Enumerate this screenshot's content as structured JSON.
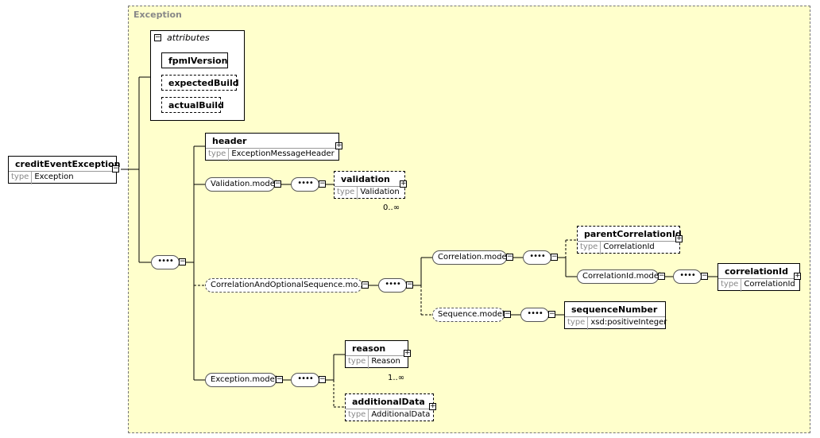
{
  "frame": {
    "title": "Exception"
  },
  "root": {
    "name": "creditEventException",
    "type_key": "type",
    "type": "Exception"
  },
  "attributes": {
    "label": "attributes",
    "items": [
      "fpmlVersion",
      "expectedBuild",
      "actualBuild"
    ]
  },
  "sequence_glyph": "••••",
  "header": {
    "name": "header",
    "type_key": "type",
    "type": "ExceptionMessageHeader"
  },
  "validation_model": {
    "name": "Validation.model"
  },
  "validation": {
    "name": "validation",
    "type_key": "type",
    "type": "Validation",
    "card": "0..∞"
  },
  "corr_seq": {
    "name": "CorrelationAndOptionalSequence.mo..."
  },
  "correlation_model": {
    "name": "Correlation.model"
  },
  "parent_corr": {
    "name": "parentCorrelationId",
    "type_key": "type",
    "type": "CorrelationId"
  },
  "corrid_model": {
    "name": "CorrelationId.model"
  },
  "corr_id": {
    "name": "correlationId",
    "type_key": "type",
    "type": "CorrelationId"
  },
  "sequence_model": {
    "name": "Sequence.model"
  },
  "seq_num": {
    "name": "sequenceNumber",
    "type_key": "type",
    "type": "xsd:positiveInteger"
  },
  "exception_model": {
    "name": "Exception.model"
  },
  "reason": {
    "name": "reason",
    "type_key": "type",
    "type": "Reason",
    "card": "1..∞"
  },
  "additional": {
    "name": "additionalData",
    "type_key": "type",
    "type": "AdditionalData"
  }
}
